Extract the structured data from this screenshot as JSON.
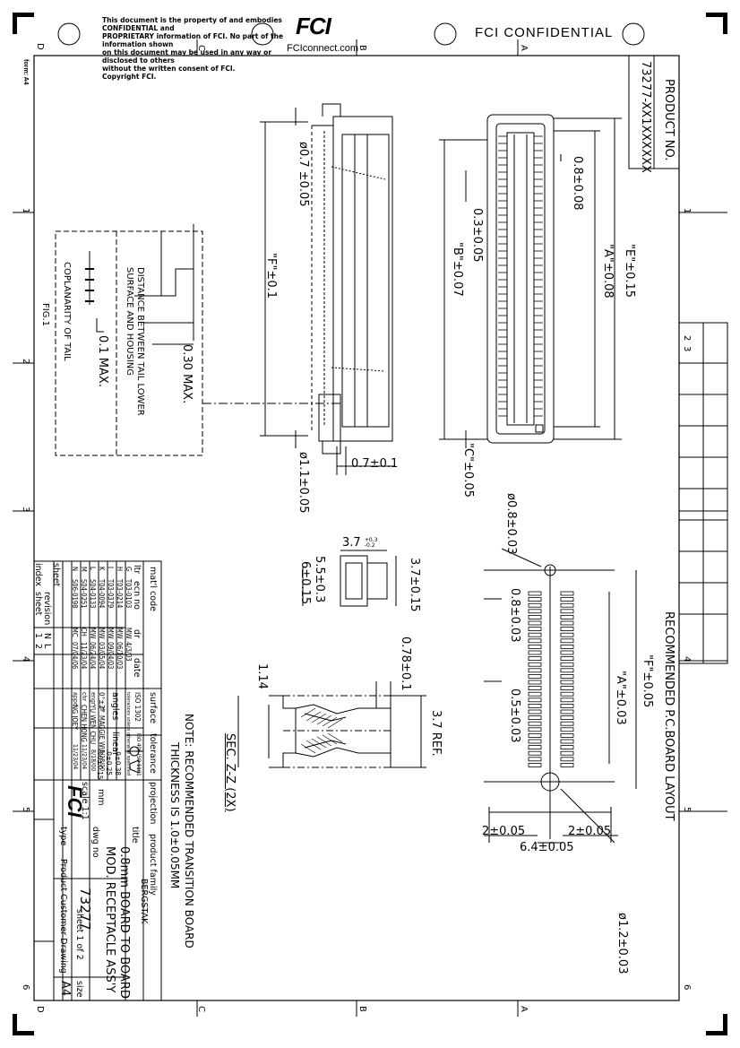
{
  "header": {
    "notice_lines": [
      "This document is the property of and embodies CONFIDENTIAL and",
      "PROPRIETARY information of FCI. No part of the information shown",
      "on this document may be used in any way or disclosed to others",
      "without the written consent of FCI.",
      "Copyright FCI."
    ],
    "logo": "FCI",
    "website": "FCIconnect.com",
    "confidential": "FCI CONFIDENTIAL"
  },
  "frame": {
    "top_letters": [
      "D",
      "C",
      "B",
      "A"
    ],
    "bottom_letters": [
      "D",
      "C",
      "B",
      "A"
    ],
    "left_numbers": [
      "1",
      "2",
      "3",
      "4",
      "5",
      "6"
    ],
    "right_numbers": [
      "1",
      "2",
      "3",
      "4",
      "5",
      "6"
    ],
    "form_label": "form: A4"
  },
  "product": {
    "label": "PRODUCT NO.",
    "number": "73277-XX1XXXXXX"
  },
  "fig1": {
    "label": "FIG.1",
    "max_030": "0.30 MAX.",
    "distance_note": [
      "DISTANCE BETWEEN TAIL LOWER",
      "SURFACE AND HOUSING"
    ],
    "max_01": "0.1 MAX.",
    "coplanarity": "COPLANARITY OF TAIL"
  },
  "side_view": {
    "d07": "ø0.7 ±0.05",
    "f01": "\"F\"±0.1",
    "d11": "ø1.1±0.05",
    "w07": "0.7±0.1"
  },
  "top_view": {
    "e015": "\"E\"±0.15",
    "a008": "\"A\"±0.08",
    "p08": "0.8±0.08",
    "p03": "0.3±0.05",
    "b007": "\"B\"±0.07",
    "c005": "\"C\"±0.05"
  },
  "section": {
    "w37": "3.7",
    "w37_tol_plus": "+0.3",
    "w37_tol_minus": "-0.2",
    "h55": "5.5±0.3",
    "h6": "6±0.15",
    "h37": "3.7±0.15",
    "d078": "0.78±0.1",
    "d114": "1.14",
    "ref37": "3.7 REF.",
    "label": "SEC. Z-Z (2X)"
  },
  "notes": {
    "line1": "NOTE: RECOMMENDED TRANSITION BOARD",
    "line2": "THICKNESS IS 1.0±0.05MM"
  },
  "pcb": {
    "title": "RECOMMENDED P.C.BOARD LAYOUT",
    "f005": "\"F\"±0.05",
    "d08": "ø0.8±0.03",
    "p08": "0.8±0.03",
    "a003": "\"A\"±0.03",
    "w05": "0.5±0.03",
    "s2a": "2±0.05",
    "s2b": "2±0.05",
    "w64": "6.4±0.05",
    "d12": "ø1.2±0.03"
  },
  "title_block": {
    "matl": "mat'l code",
    "surface": "surface",
    "tolerance": "tolerance",
    "iso1302": "ISO 1302",
    "iso406": "ISO 406  ISO 1101",
    "tol_note": "tolerances unless otherwise specified",
    "angles": "angles",
    "linear": "linear",
    "ang_vals": [
      "0°±2°"
    ],
    "lin_vals": [
      ".0±0.38",
      ".0±0.25",
      ".00±0.15"
    ],
    "projection": "projection",
    "unit": "mm",
    "scale": "scale 1:1",
    "product_family_label": "product family",
    "product_family": "BERGSTAK",
    "title_label": "title",
    "title_line1": "0.8mm BOARD TO BOARD",
    "title_line2": "MOD. RECEPTACLE ASS'Y",
    "dwg_label": "dwg no",
    "dwg_no": "73277",
    "sheet": "sheet 1 of 2",
    "size_label": "size",
    "size": "A4",
    "type_label": "type",
    "type": "Product Customer Drawing",
    "rev_headers": [
      "ltr",
      "ecn no",
      "dr",
      "date"
    ],
    "revisions": [
      [
        "G",
        "T03-0103",
        "MW",
        "4/3/03"
      ],
      [
        "H",
        "T03-0214",
        "MW",
        "06/10/03"
      ],
      [
        "J",
        "T03-0379",
        "MW",
        "09/04/03"
      ],
      [
        "K",
        "T04-0094",
        "MW",
        "03/05/04"
      ],
      [
        "L",
        "S04-0133",
        "MW",
        "06/24/04"
      ],
      [
        "M",
        "S04-0251",
        "CH",
        "11/23/04"
      ],
      [
        "N",
        "S06-0198",
        "MC",
        "07/04/06"
      ]
    ],
    "roles": [
      "dr",
      "engr",
      "chr",
      "appd"
    ],
    "names": [
      "MAGGIE WU",
      "YU WEN CHU",
      "CHEN HONG",
      "NG JOEY"
    ],
    "role_dates": [
      "8/18/00",
      "8/18/00",
      "11/23/04",
      "11/23/04"
    ],
    "sheet_label": "sheet",
    "revision_label": "revision",
    "index_label": "index",
    "sheet_row": "sheet",
    "idx_vals": [
      "N",
      "L"
    ],
    "idx_sheets": [
      "1",
      "2"
    ]
  }
}
